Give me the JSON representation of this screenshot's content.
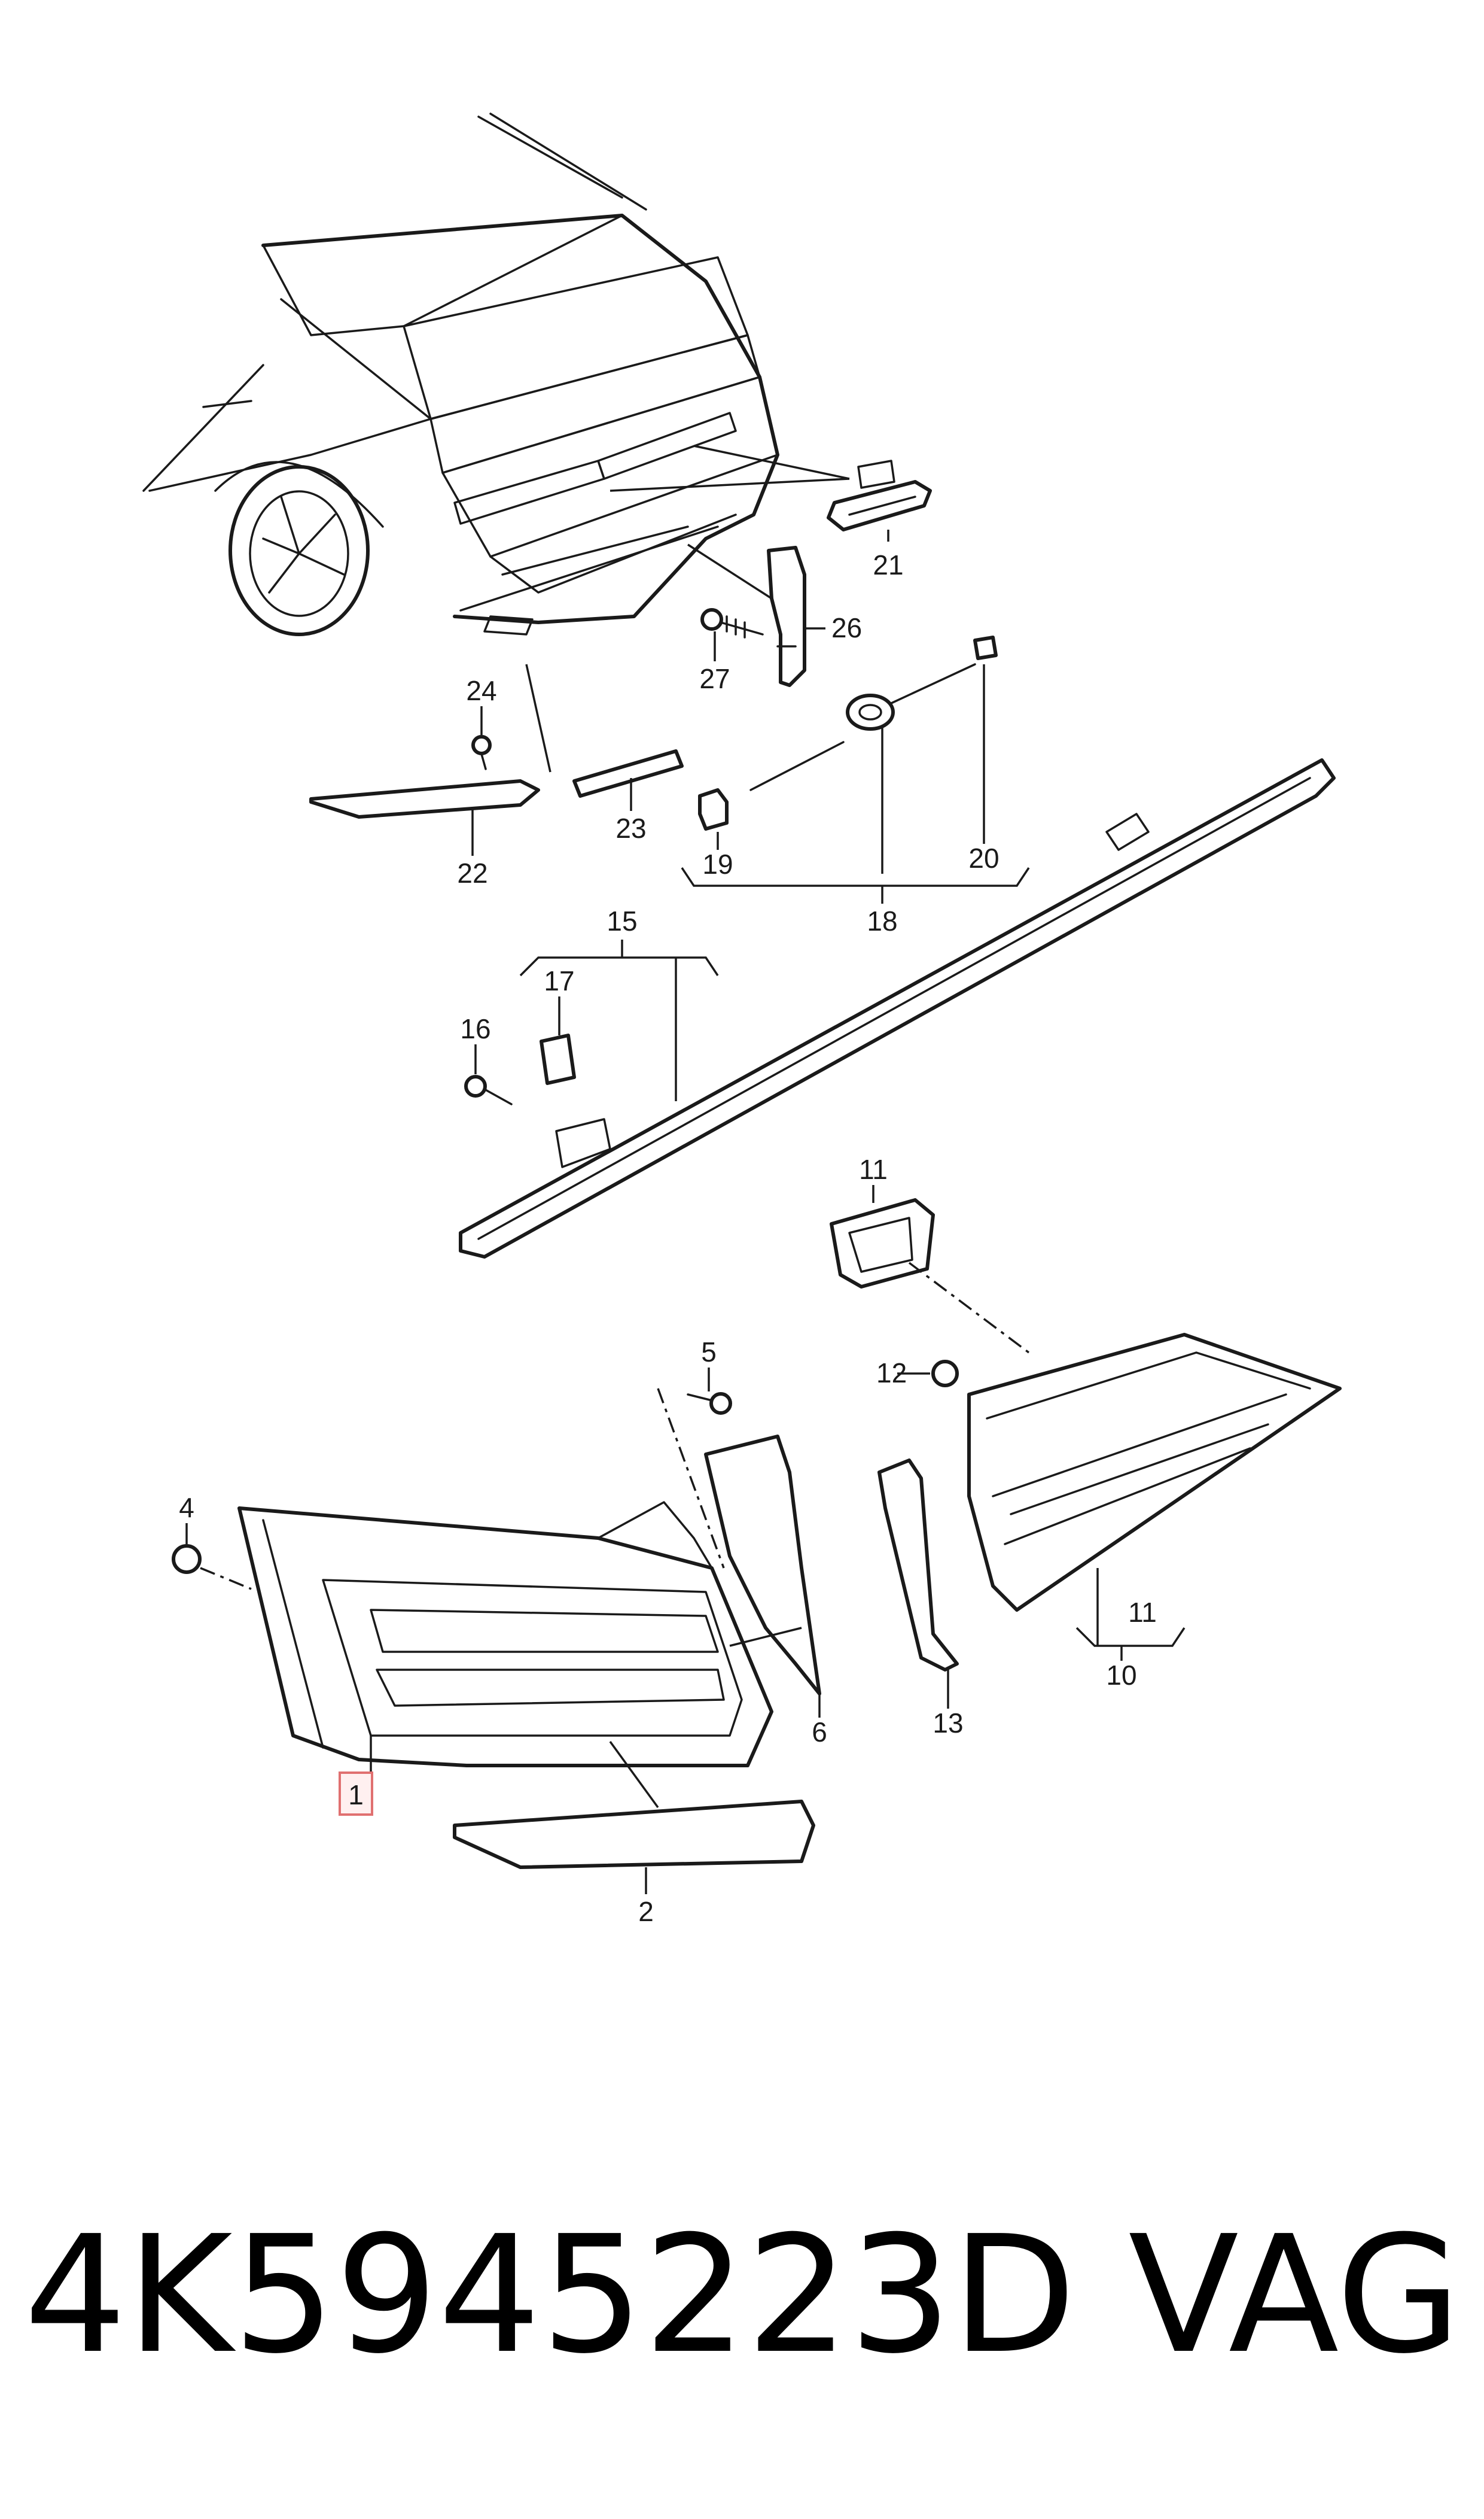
{
  "diagram": {
    "callouts": [
      {
        "id": "c21",
        "text": "21"
      },
      {
        "id": "c26",
        "text": "26"
      },
      {
        "id": "c27",
        "text": "27"
      },
      {
        "id": "c24",
        "text": "24"
      },
      {
        "id": "c19",
        "text": "19"
      },
      {
        "id": "c20",
        "text": "20"
      },
      {
        "id": "c23",
        "text": "23"
      },
      {
        "id": "c22",
        "text": "22"
      },
      {
        "id": "c18",
        "text": "18"
      },
      {
        "id": "c15",
        "text": "15"
      },
      {
        "id": "c17",
        "text": "17"
      },
      {
        "id": "c16",
        "text": "16"
      },
      {
        "id": "c11a",
        "text": "11"
      },
      {
        "id": "c5",
        "text": "5"
      },
      {
        "id": "c12",
        "text": "12"
      },
      {
        "id": "c4",
        "text": "4"
      },
      {
        "id": "c11b",
        "text": "11"
      },
      {
        "id": "c10",
        "text": "10"
      },
      {
        "id": "c6",
        "text": "6"
      },
      {
        "id": "c13",
        "text": "13"
      },
      {
        "id": "c1",
        "text": "1",
        "highlighted": true
      },
      {
        "id": "c2",
        "text": "2"
      }
    ]
  },
  "footer": {
    "part_number": "4K5945223D",
    "brand": "VAG"
  }
}
